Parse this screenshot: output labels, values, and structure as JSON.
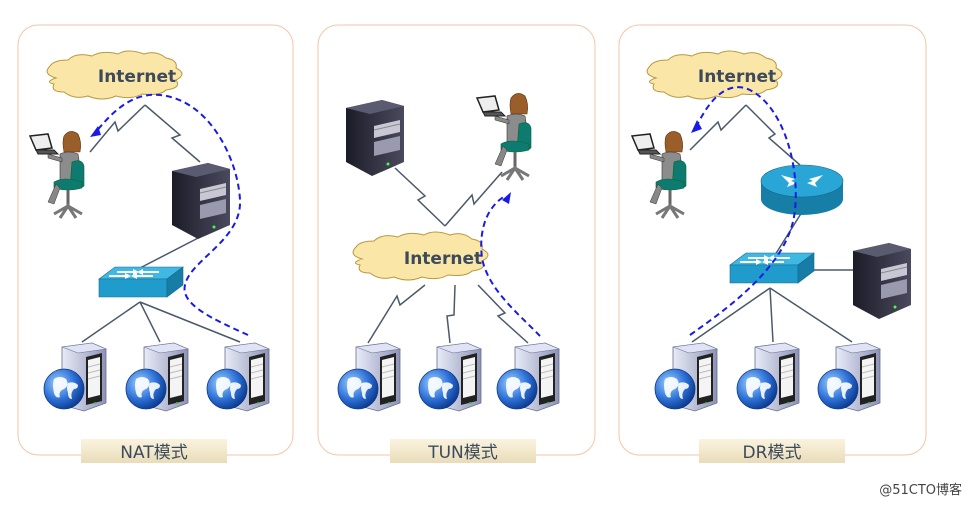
{
  "title": "LVS load balancing modes",
  "panels": [
    {
      "id": "nat",
      "label": "NAT模式",
      "cloud_label": "Internet"
    },
    {
      "id": "tun",
      "label": "TUN模式",
      "cloud_label": "Internet"
    },
    {
      "id": "dr",
      "label": "DR模式",
      "cloud_label": "Internet"
    }
  ],
  "watermark": "@51CTO博客",
  "colors": {
    "panel_border": "#f4c6a6",
    "cloud_fill": "#fae6a6",
    "cloud_stroke": "#b8993e",
    "link": "#4a5a6a",
    "flow": "#1a1ae6",
    "label_bg": "#f5ebd2",
    "switch": "#2aa6d6",
    "router": "#1e8fbf"
  }
}
